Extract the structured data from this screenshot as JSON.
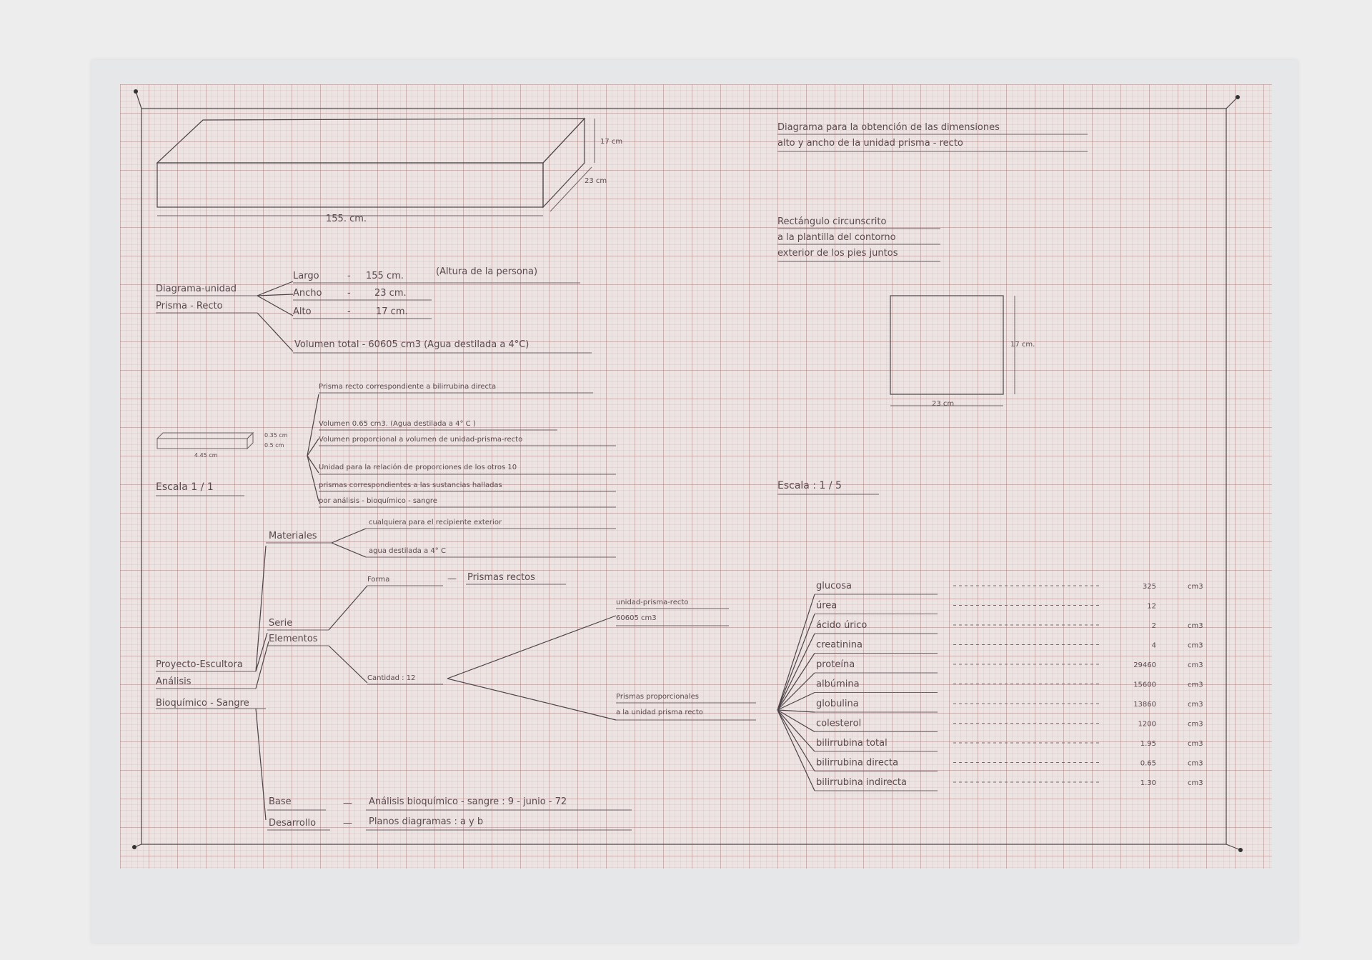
{
  "header": {
    "line1": "Diagrama para la obtención de las dimensiones",
    "line2": "alto y ancho de la unidad prisma - recto"
  },
  "top_prism": {
    "length": "155. cm.",
    "height": "17 cm",
    "depth": "23 cm"
  },
  "unit_diagram": {
    "label_line1": "Diagrama-unidad",
    "label_line2": "Prisma - Recto",
    "rows": [
      {
        "name": "Largo",
        "dash": "-",
        "value": "155 cm.",
        "note": "(Altura de la persona)"
      },
      {
        "name": "Ancho",
        "dash": "-",
        "value": "23 cm.",
        "note": ""
      },
      {
        "name": "Alto",
        "dash": "-",
        "value": "17 cm.",
        "note": ""
      }
    ],
    "volume": "Volumen total - 60605 cm3 (Agua destilada a 4°C)"
  },
  "rectangle": {
    "label_line1": "Rectángulo circunscrito",
    "label_line2": "a la plantilla del contorno",
    "label_line3": "exterior de los pies juntos",
    "height": "17 cm.",
    "width": "23 cm",
    "scale": "Escala : 1 / 5"
  },
  "small_prism": {
    "scale": "Escala 1 / 1",
    "dim_a": "0.35 cm",
    "dim_b": "0.5 cm",
    "dim_c": "4.45 cm",
    "text1": "Prisma recto correspondiente a bilirrubina directa",
    "text2": "Volumen 0.65 cm3. (Agua destilada a 4° C )",
    "text3": "Volumen proporcional a volumen de unidad-prisma-recto",
    "text4": "Unidad para la relación de proporciones de los otros 10",
    "text5": "prismas correspondientes a las sustancias halladas",
    "text6": "por análisis - bioquímico - sangre"
  },
  "tree": {
    "root_line1": "Proyecto-Escultora",
    "root_line2": "Análisis",
    "root_line3": "Bioquímico - Sangre",
    "materiales": "Materiales",
    "mat1": "cualquiera para el recipiente exterior",
    "mat2": "agua destilada a 4° C",
    "serie_line1": "Serie",
    "serie_line2": "Elementos",
    "forma": "Forma",
    "forma_dash": "—",
    "forma_value": "Prismas rectos",
    "cantidad": "Cantidad : 12",
    "unidad_line1": "unidad-prisma-recto",
    "unidad_line2": "60605 cm3",
    "prop_line1": "Prismas proporcionales",
    "prop_line2": "a la unidad prisma recto",
    "base": "Base",
    "base_dash": "—",
    "base_value": "Análisis bioquímico - sangre : 9 - junio - 72",
    "desarrollo": "Desarrollo",
    "desarrollo_dash": "—",
    "desarrollo_value": "Planos diagramas : a y b"
  },
  "substances": [
    {
      "name": "glucosa",
      "value": "325",
      "unit": "cm3"
    },
    {
      "name": "úrea",
      "value": "12",
      "unit": ""
    },
    {
      "name": "ácido úrico",
      "value": "2",
      "unit": "cm3"
    },
    {
      "name": "creatinina",
      "value": "4",
      "unit": "cm3"
    },
    {
      "name": "proteína",
      "value": "29460",
      "unit": "cm3"
    },
    {
      "name": "albúmina",
      "value": "15600",
      "unit": "cm3"
    },
    {
      "name": "globulina",
      "value": "13860",
      "unit": "cm3"
    },
    {
      "name": "colesterol",
      "value": "1200",
      "unit": "cm3"
    },
    {
      "name": "bilirrubina total",
      "value": "1.95",
      "unit": "cm3"
    },
    {
      "name": "bilirrubina directa",
      "value": "0.65",
      "unit": "cm3"
    },
    {
      "name": "bilirrubina indirecta",
      "value": "1.30",
      "unit": "cm3"
    }
  ]
}
